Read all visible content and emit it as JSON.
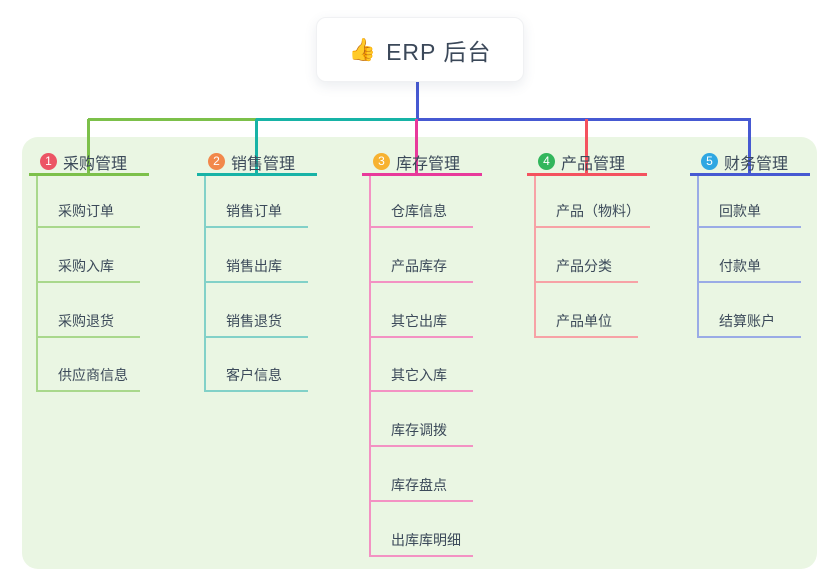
{
  "root": {
    "icon": "👍",
    "icon_name": "thumbs-up-icon",
    "title": "ERP 后台"
  },
  "canvas": {
    "background": "#ffffff",
    "panel_background": "#eaf6e3",
    "text_color": "#3c4a5a"
  },
  "branches": [
    {
      "badge": "1",
      "label": "采购管理",
      "badge_color": "#ec5565",
      "line_color": "#7cc04a",
      "child_line_color": "#a9d88c",
      "children": [
        "采购订单",
        "采购入库",
        "采购退货",
        "供应商信息"
      ]
    },
    {
      "badge": "2",
      "label": "销售管理",
      "badge_color": "#f2884b",
      "line_color": "#17b3a6",
      "child_line_color": "#82d1c8",
      "children": [
        "销售订单",
        "销售出库",
        "销售退货",
        "客户信息"
      ]
    },
    {
      "badge": "3",
      "label": "库存管理",
      "badge_color": "#f7b231",
      "line_color": "#e8399b",
      "child_line_color": "#f392c3",
      "children": [
        "仓库信息",
        "产品库存",
        "其它出库",
        "其它入库",
        "库存调拨",
        "库存盘点",
        "出库库明细"
      ]
    },
    {
      "badge": "4",
      "label": "产品管理",
      "badge_color": "#32b65c",
      "line_color": "#f4525f",
      "child_line_color": "#f7a2a6",
      "children": [
        "产品（物料）",
        "产品分类",
        "产品单位"
      ]
    },
    {
      "badge": "5",
      "label": "财务管理",
      "badge_color": "#2fa7e2",
      "line_color": "#4659d2",
      "child_line_color": "#9aabe6",
      "children": [
        "回款单",
        "付款单",
        "结算账户"
      ]
    }
  ],
  "connector": {
    "stem_color": "#4659d2",
    "trunk_segment_branch_indexes": [
      0,
      1,
      4
    ]
  }
}
